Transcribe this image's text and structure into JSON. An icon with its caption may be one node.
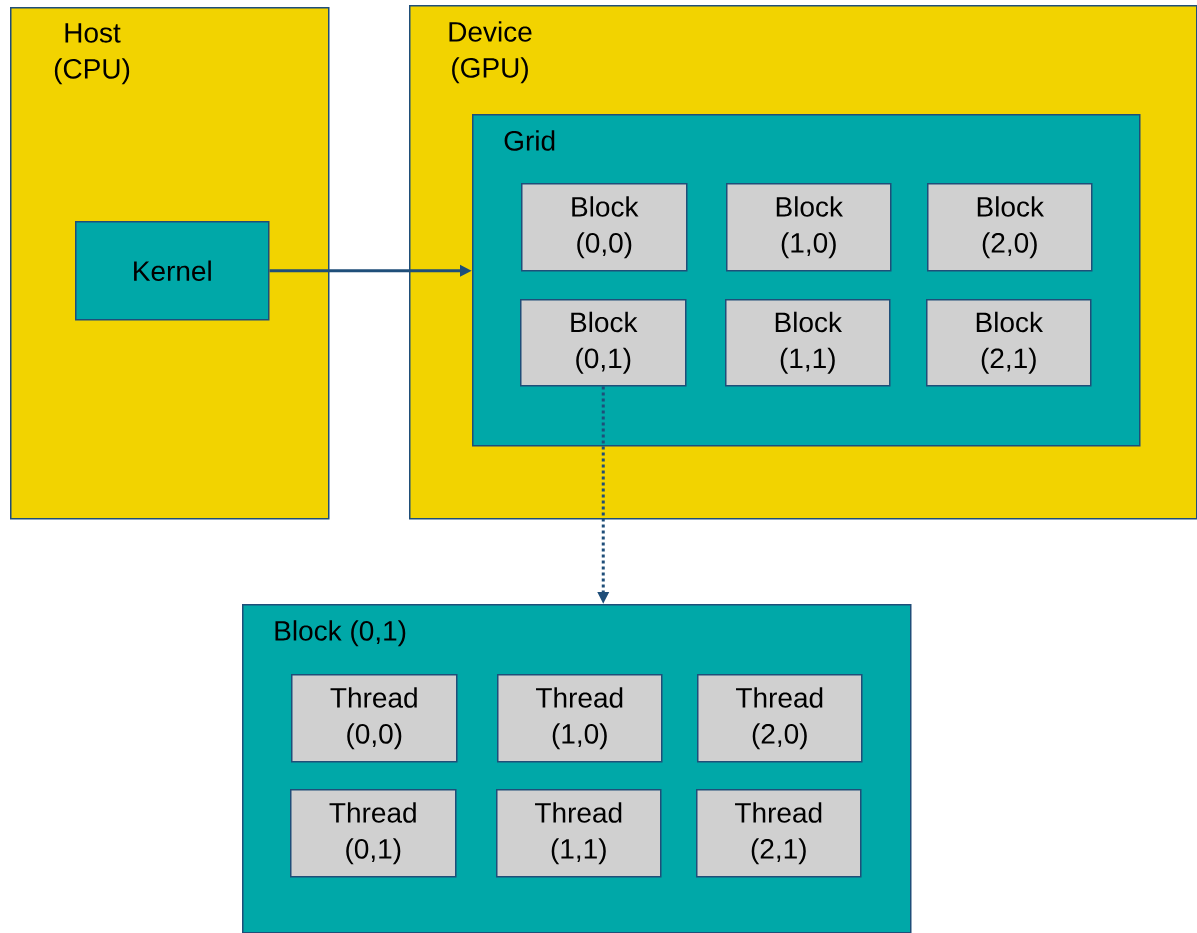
{
  "diagram": {
    "nodes": [
      {
        "text": [
          "Host (CPU)"
        ]
      },
      {
        "text": [
          "Kernel"
        ],
        "in": 0
      },
      {
        "text": [
          "Device (GPU)"
        ]
      },
      {
        "text": [
          "Grid"
        ],
        "in": 2
      },
      {
        "text": [
          "Block (0,0)"
        ],
        "in": 3
      },
      {
        "text": [
          "Block (1,0)"
        ],
        "in": 3
      },
      {
        "text": [
          "Block (2,0)"
        ],
        "in": 3
      },
      {
        "text": [
          "Block (0,1)"
        ],
        "in": 3
      },
      {
        "text": [
          "Block (1,1)"
        ],
        "in": 3
      },
      {
        "text": [
          "Block (2,1)"
        ],
        "in": 3
      },
      {
        "text": [
          "Block (0,1)"
        ]
      },
      {
        "text": [
          "Thread (0,0)"
        ],
        "in": 10
      },
      {
        "text": [
          "Thread (1,0)"
        ],
        "in": 10
      },
      {
        "text": [
          "Thread (2,0)"
        ],
        "in": 10
      },
      {
        "text": [
          "Thread (0,1)"
        ],
        "in": 10
      },
      {
        "text": [
          "Thread (1,1)"
        ],
        "in": 10
      },
      {
        "text": [
          "Thread (2,1)"
        ],
        "in": 10
      }
    ],
    "edges": [
      {
        "from": 1,
        "to": 3,
        "arrow": "to"
      },
      {
        "from": 7,
        "to": 10,
        "arrow": "to",
        "style": "dashed"
      }
    ]
  }
}
